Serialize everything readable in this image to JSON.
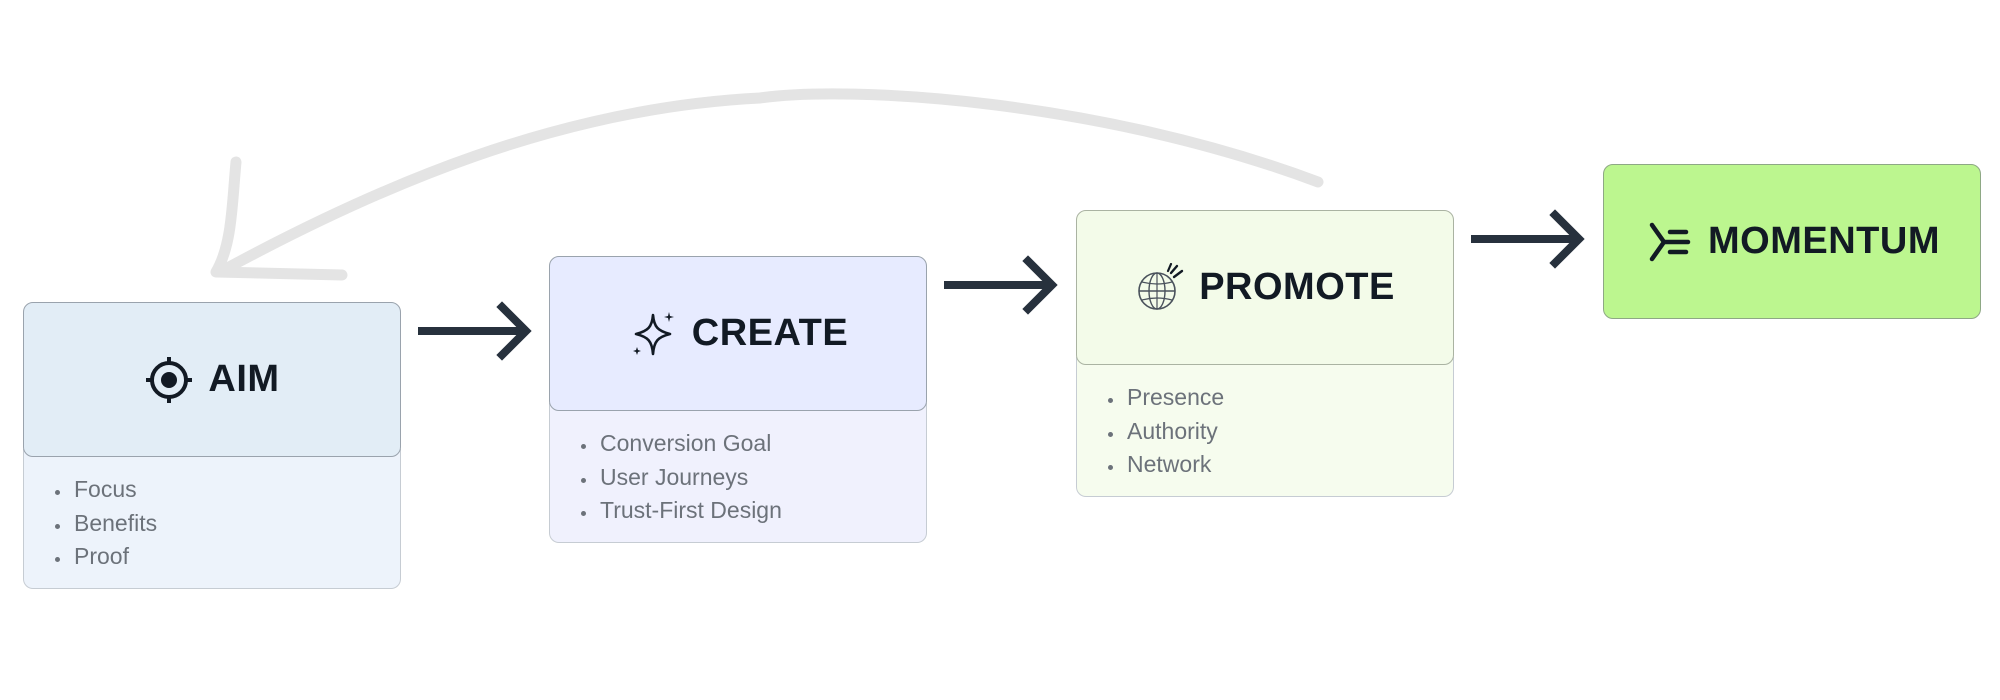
{
  "diagram": {
    "stages": [
      {
        "id": "aim",
        "title": "AIM",
        "icon": "target-icon",
        "items": [
          "Focus",
          "Benefits",
          "Proof"
        ]
      },
      {
        "id": "create",
        "title": "CREATE",
        "icon": "sparkle-icon",
        "items": [
          "Conversion Goal",
          "User Journeys",
          "Trust-First Design"
        ]
      },
      {
        "id": "promote",
        "title": "PROMOTE",
        "icon": "globe-signal-icon",
        "items": [
          "Presence",
          "Authority",
          "Network"
        ]
      },
      {
        "id": "momentum",
        "title": "MOMENTUM",
        "icon": "merge-arrow-icon",
        "items": []
      }
    ],
    "connectors": [
      "arrow",
      "arrow",
      "arrow"
    ],
    "feedback_loop": {
      "from": "promote",
      "to": "aim"
    },
    "colors": {
      "aim_header": "#e2edf6",
      "create_header": "#e7ebff",
      "promote_header": "#f3fbe9",
      "momentum_header": "#bcf68f",
      "arrow": "#27313d",
      "loop_arrow": "#e4e4e4"
    }
  }
}
